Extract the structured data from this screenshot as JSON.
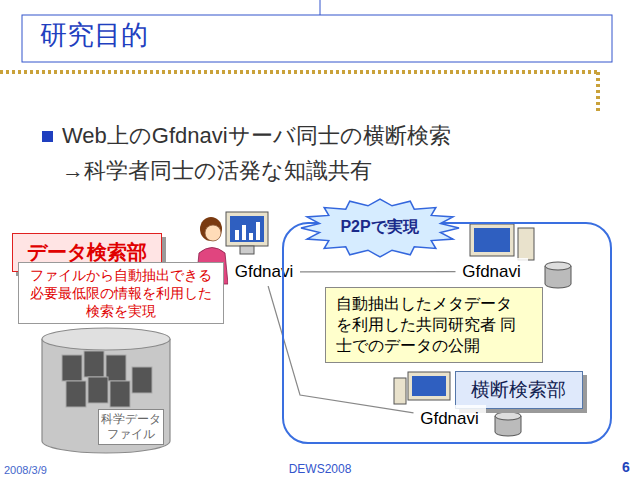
{
  "diagram": {
    "title": "研究目的",
    "nodes": [
      {
        "text": [
          "データ検索部"
        ]
      },
      {
        "text": [
          "ファイルから自動抽出できる 必要最低限の情報を利用した 検索を実現"
        ]
      },
      {
        "text": [
          "Gfdnavi"
        ]
      },
      {
        "text": []
      },
      {
        "text": [
          "P2Pで実現"
        ],
        "in": 3
      },
      {
        "text": [
          "Gfdnavi"
        ],
        "in": 3
      },
      {
        "text": [
          "自動抽出したメタデータ を利用した共同研究者 同士でのデータの公開"
        ],
        "in": 3
      },
      {
        "text": [
          "横断検索部"
        ],
        "in": 3
      },
      {
        "text": [
          "Gfdnavi"
        ],
        "in": 3
      },
      {
        "text": [
          "科学データ ファイル"
        ]
      }
    ],
    "edges": [
      {
        "from": 2,
        "to": 5,
        "arrow": "none"
      },
      {
        "from": 2,
        "to": 8,
        "arrow": "none"
      }
    ],
    "labels": [
      "Web上のGfdnaviサーバ同士の横断検索",
      "→科学者同士の活発な知識共有",
      "2008/3/9",
      "DEWS2008",
      "6"
    ]
  }
}
